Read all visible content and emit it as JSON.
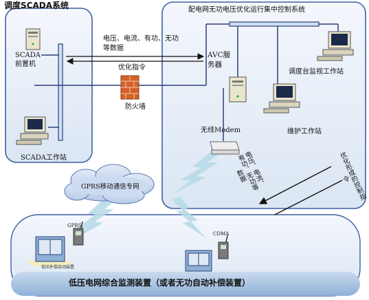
{
  "scada": {
    "title": "调度SCADA系统",
    "front_label": "SCADA前置机",
    "workstation_label": "SCADA工作站"
  },
  "control_center": {
    "title": "配电网无功电压优化运行集中控制系统",
    "avc_label": "AVC服务器",
    "dispatch_ws_label": "调度台监视工作站",
    "maint_ws_label": "维护工作站",
    "modem_label": "无线Modem"
  },
  "links": {
    "data_label": "电压、电流、有功、无功等数据",
    "cmd_label": "优化指令",
    "firewall_label": "防火墙"
  },
  "cloud": {
    "label": "GPRS移动通信专网"
  },
  "vertical": {
    "data_text": "电压、电流、有功、无功等数据",
    "cmd_text": "优化形成的控制指令"
  },
  "field": {
    "gprs_label": "GPRS",
    "cdma_label": "CDMA",
    "device_caption": "低压补偿自动装置",
    "bottom_label": "低压电网综合监测装置（或者无功自动补偿装置）"
  },
  "colors": {
    "bubble_fill": "#e6eef8",
    "bubble_stroke": "#3d5fa3",
    "bus": "#2a3f7a",
    "firewall": "#d4612a",
    "bottom_bar": "#a8c3e0",
    "cloud": "#c9d8ef",
    "bolt": "#b7dce8"
  }
}
